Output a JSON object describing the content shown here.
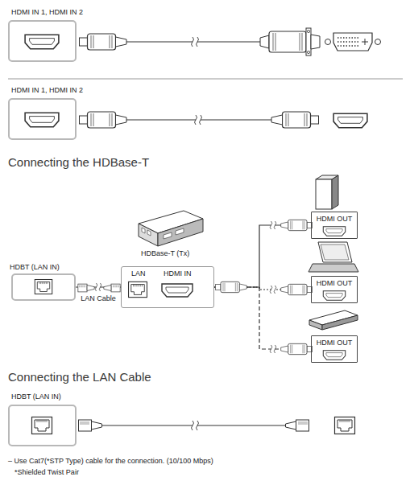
{
  "diagram": {
    "nodes": [
      {
        "text": [
          "HDMI IN 1, HDMI IN 2"
        ]
      },
      {
        "text": [
          "HDMI IN 1, HDMI IN 2"
        ]
      },
      {
        "text": [
          "HDBT (LAN IN)"
        ]
      },
      {
        "text": [
          "LAN",
          "HDMI IN"
        ]
      },
      {
        "text": [
          "HDMI OUT"
        ]
      },
      {
        "text": [
          "HDMI OUT"
        ]
      },
      {
        "text": [
          "HDMI OUT"
        ]
      },
      {
        "text": [
          "HDBT (LAN IN)"
        ]
      }
    ],
    "edges": [
      {
        "from": 2,
        "to": 3,
        "label": "LAN Cable",
        "arrow": "none"
      },
      {
        "from": 3,
        "to": 4,
        "arrow": "none"
      },
      {
        "from": 3,
        "to": 5,
        "arrow": "none"
      },
      {
        "from": 3,
        "to": 6,
        "arrow": "none"
      }
    ],
    "labels": [
      "Connecting the HDBase-T",
      "HDBase-T (Tx)",
      "Connecting the LAN Cable",
      "– Use Cat7(*STP Type) cable for the connection. (10/100 Mbps)",
      "*Shielded Twist Pair"
    ]
  }
}
